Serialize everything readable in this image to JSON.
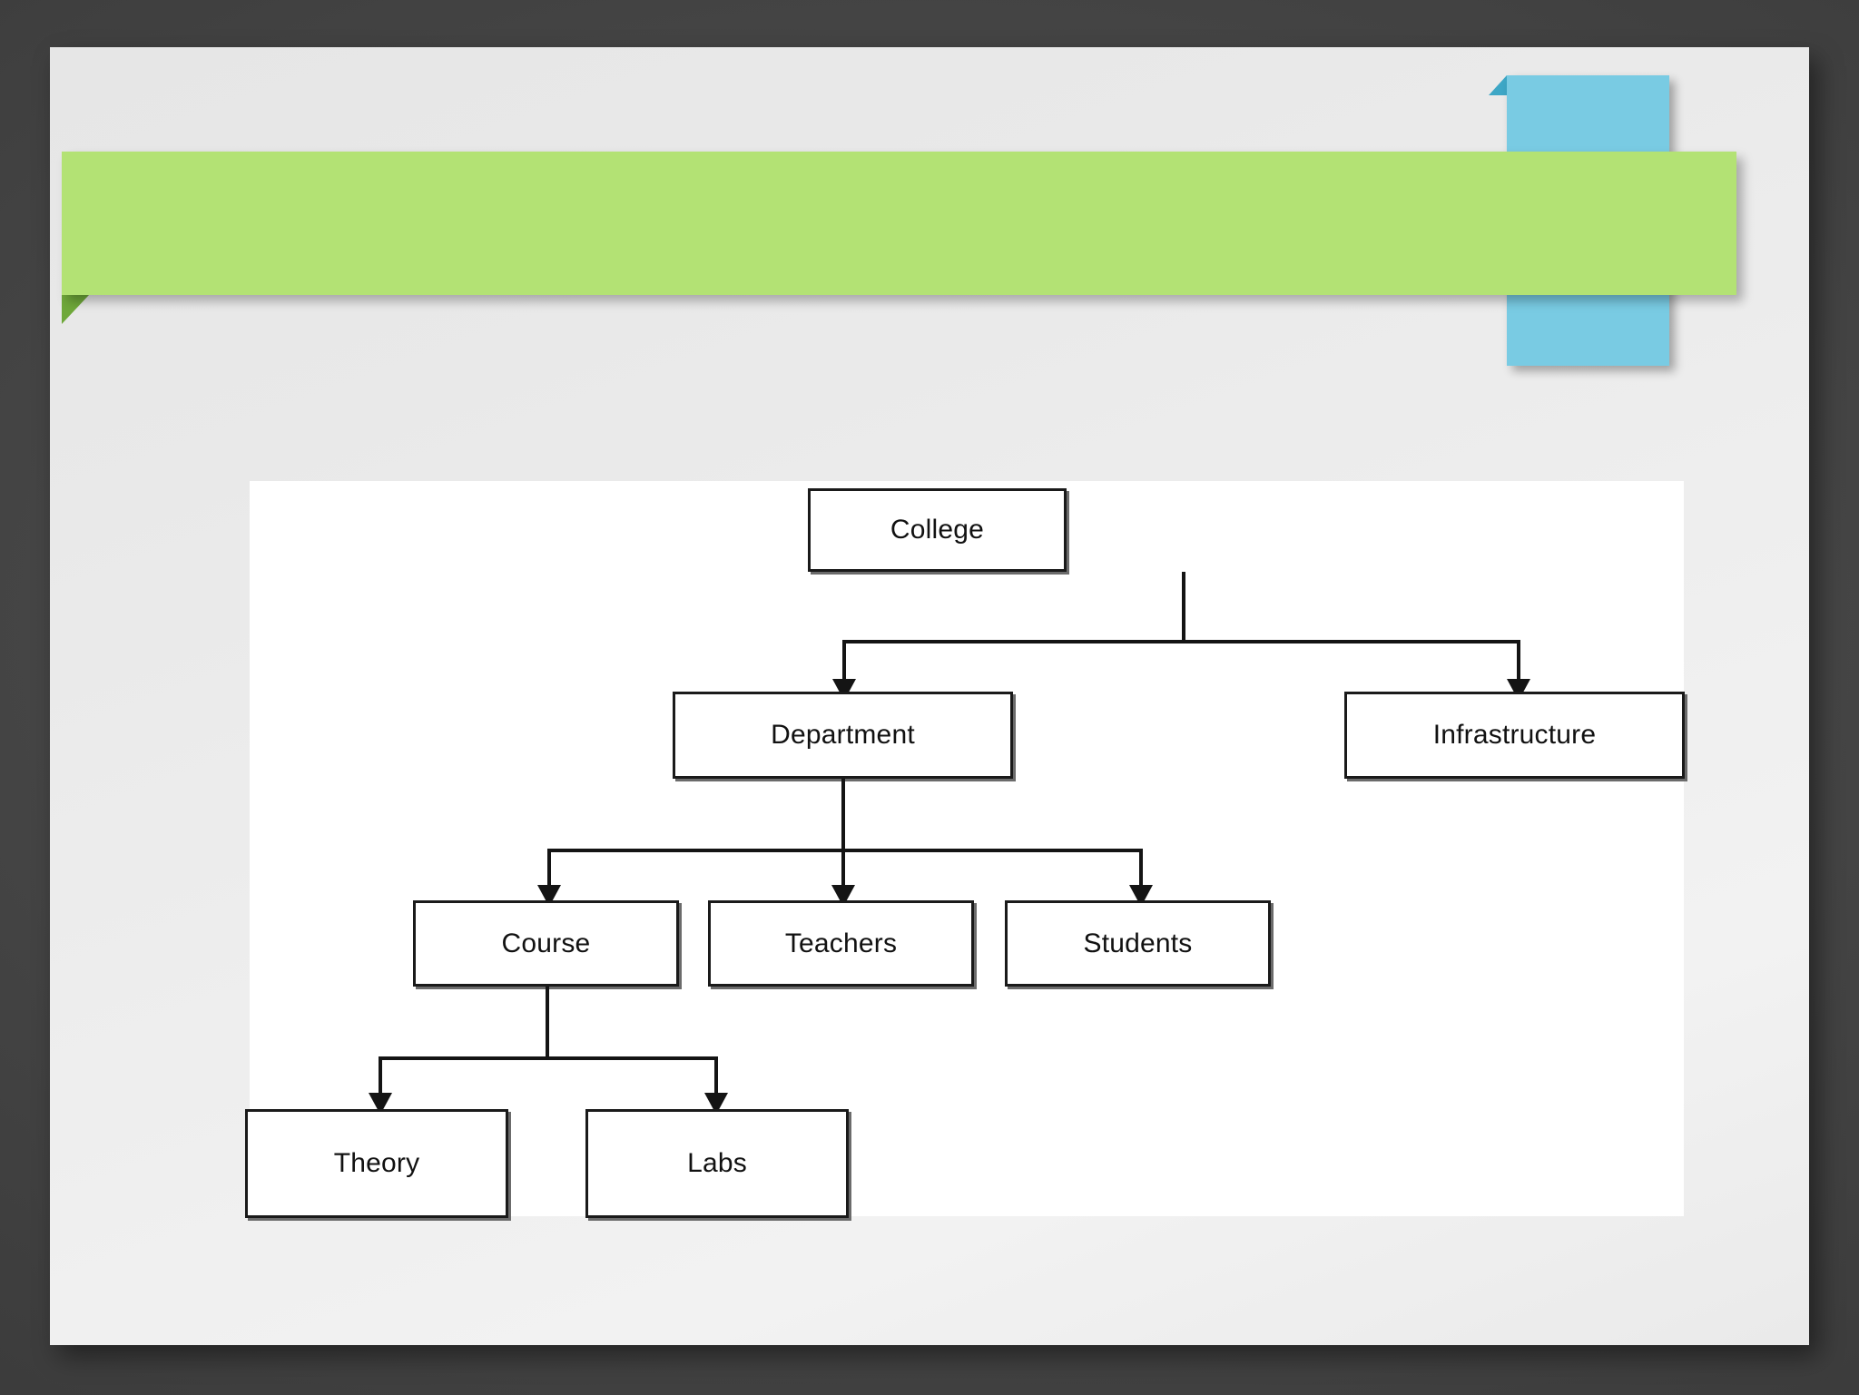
{
  "slide": {
    "title": "",
    "background_color": "#3f3f3f",
    "sheet_color": "#ececec"
  },
  "decorations": {
    "green_band_color": "#b3e274",
    "green_fold_color": "#6fa83a",
    "blue_accent_color": "#79cbe3",
    "blue_fold_color": "#3ea7c6"
  },
  "diagram": {
    "canvas_color": "#ffffff",
    "node_border_color": "#1a1a1a",
    "connector_color": "#141414",
    "nodes": [
      {
        "id": "college",
        "label": "College"
      },
      {
        "id": "department",
        "label": "Department"
      },
      {
        "id": "infrastructure",
        "label": "Infrastructure"
      },
      {
        "id": "course",
        "label": "Course"
      },
      {
        "id": "teachers",
        "label": "Teachers"
      },
      {
        "id": "students",
        "label": "Students"
      },
      {
        "id": "theory",
        "label": "Theory"
      },
      {
        "id": "labs",
        "label": "Labs"
      }
    ],
    "edges": [
      {
        "from": "college",
        "to": "department"
      },
      {
        "from": "college",
        "to": "infrastructure"
      },
      {
        "from": "department",
        "to": "course"
      },
      {
        "from": "department",
        "to": "teachers"
      },
      {
        "from": "department",
        "to": "students"
      },
      {
        "from": "course",
        "to": "theory"
      },
      {
        "from": "course",
        "to": "labs"
      }
    ]
  }
}
